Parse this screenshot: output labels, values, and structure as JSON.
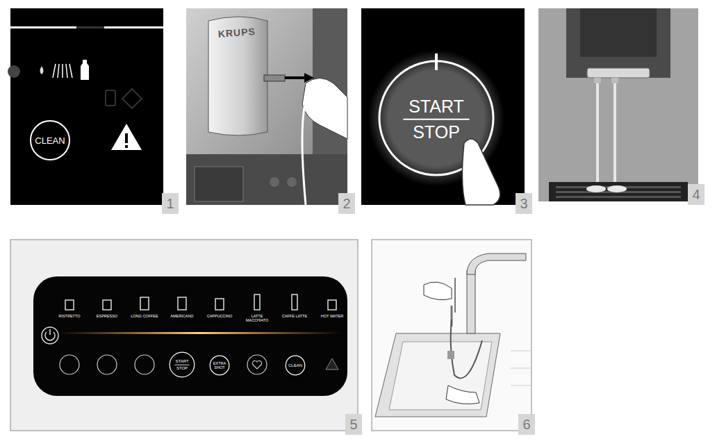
{
  "diagram": {
    "nodes": [
      {
        "text": [
          "CLEAN"
        ]
      },
      {
        "text": [
          "START",
          "STOP"
        ]
      },
      {
        "text": [
          "START",
          "STOP"
        ]
      },
      {
        "text": [
          "EXTRA SHOT"
        ]
      },
      {
        "text": [
          "CLEAN"
        ]
      }
    ],
    "labels": [
      "1",
      "KRUPS",
      "2",
      "3",
      "4",
      "RISTRETTO",
      "ESPRESSO",
      "LONG COFFEE",
      "AMERICANO",
      "CAPPUCCINO",
      "LATTE MACCHIATO",
      "CAFFE LATTE",
      "HOT WATER",
      "5",
      "6"
    ]
  }
}
